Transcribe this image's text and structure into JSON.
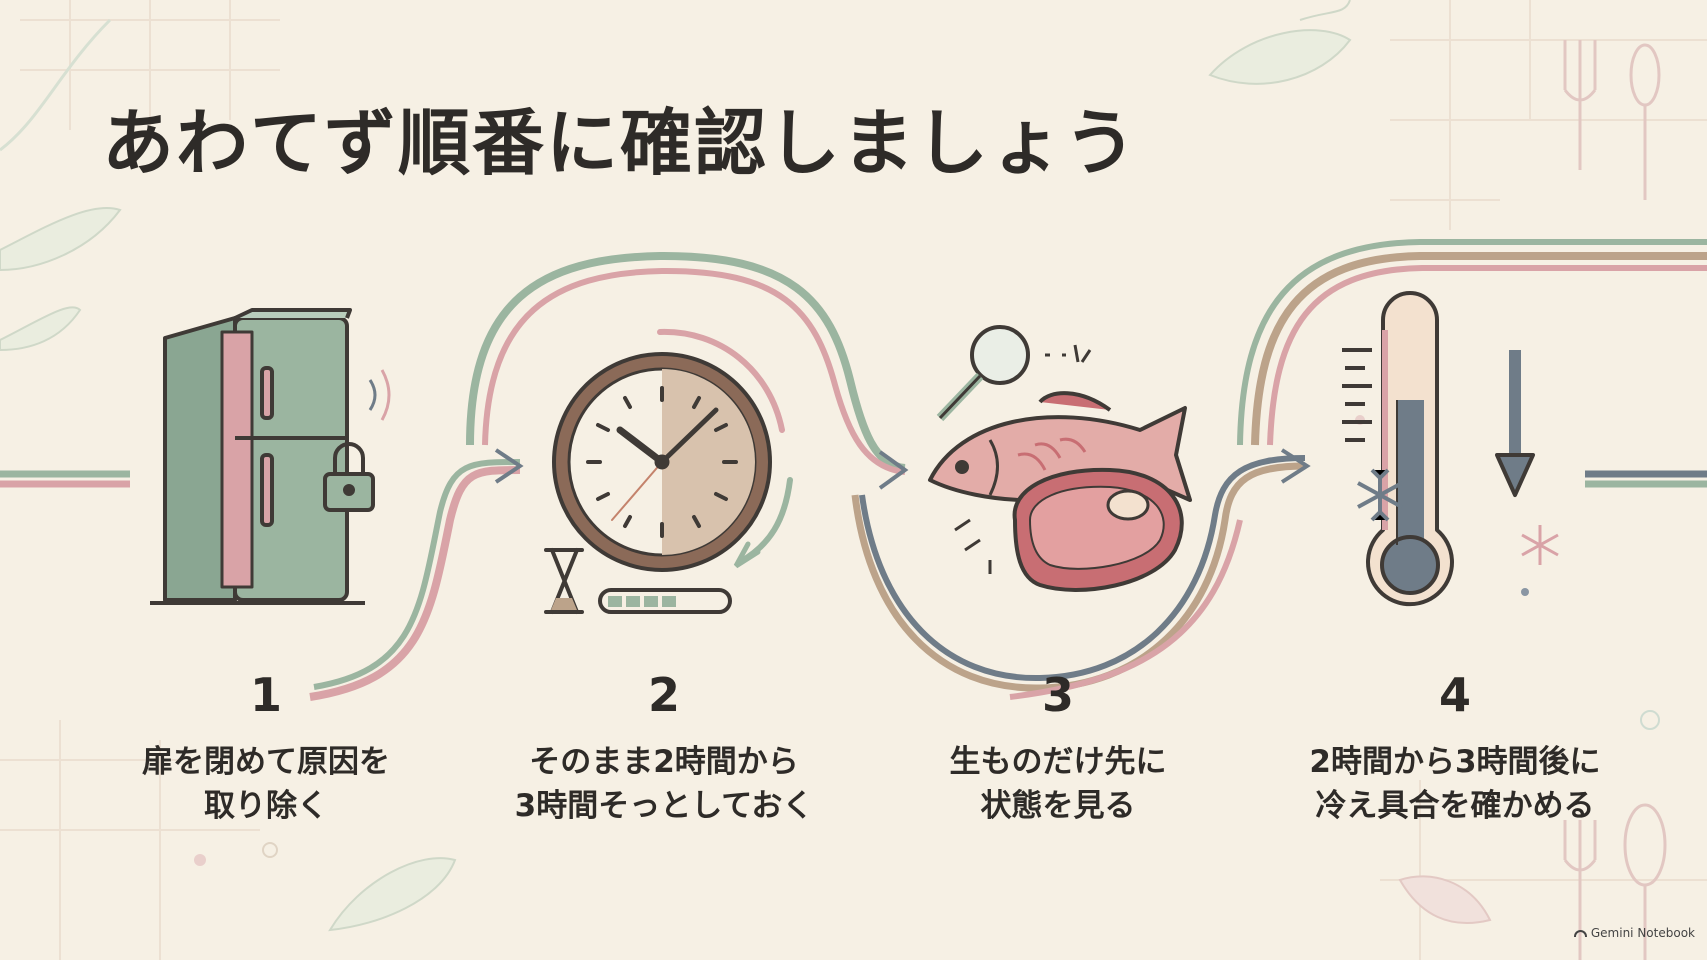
{
  "title": "あわてず順番に確認しましょう",
  "steps": [
    {
      "number": "1",
      "lines": [
        "扉を閉めて原因を",
        "取り除く"
      ],
      "icon": "fridge-lock-icon"
    },
    {
      "number": "2",
      "lines": [
        "そのまま2時間から",
        "3時間そっとしておく"
      ],
      "icon": "clock-icon"
    },
    {
      "number": "3",
      "lines": [
        "生ものだけ先に",
        "状態を見る"
      ],
      "icon": "fish-meat-icon"
    },
    {
      "number": "4",
      "lines": [
        "2時間から3時間後に",
        "冷え具合を確かめる"
      ],
      "icon": "thermometer-icon"
    }
  ],
  "brand": "Gemini Notebook",
  "colors": {
    "background": "#f6f0e4",
    "sage": "#9bb5a0",
    "rose": "#d9a3a7",
    "slate": "#6f7c88",
    "tan": "#bca38a",
    "text": "#2e2b28"
  }
}
